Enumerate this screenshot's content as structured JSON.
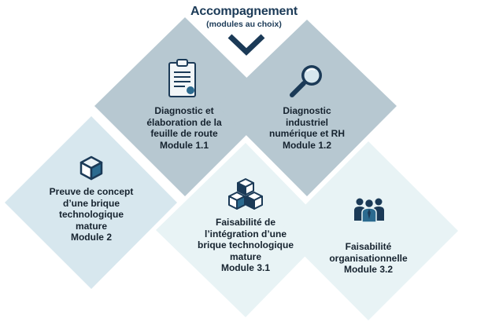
{
  "header": {
    "title": "Accompagnement",
    "subtitle": "(modules au choix)"
  },
  "colors": {
    "navy": "#1b3a57",
    "diamond_mid": "#b7c8d1",
    "diamond_light": "#d7e7ee",
    "diamond_pale": "#e8f3f5",
    "icon_blue": "#2b6a8f"
  },
  "modules": [
    {
      "text": "Diagnostic et\nélaboration de la\nfeuille de route",
      "module": "Module 1.1",
      "icon": "clipboard-icon"
    },
    {
      "text": "Diagnostic\nindustriel\nnumérique et RH",
      "module": "Module 1.2",
      "icon": "magnifier-icon"
    },
    {
      "text": "Preuve de concept\nd’une brique\ntechnologique\nmature",
      "module": "Module 2",
      "icon": "cube-icon"
    },
    {
      "text": "Faisabilité de\nl’intégration d’une\nbrique technologique\nmature",
      "module": "Module 3.1",
      "icon": "cube-stack-icon"
    },
    {
      "text": "Faisabilité\norganisationnelle",
      "module": "Module 3.2",
      "icon": "people-icon"
    }
  ]
}
